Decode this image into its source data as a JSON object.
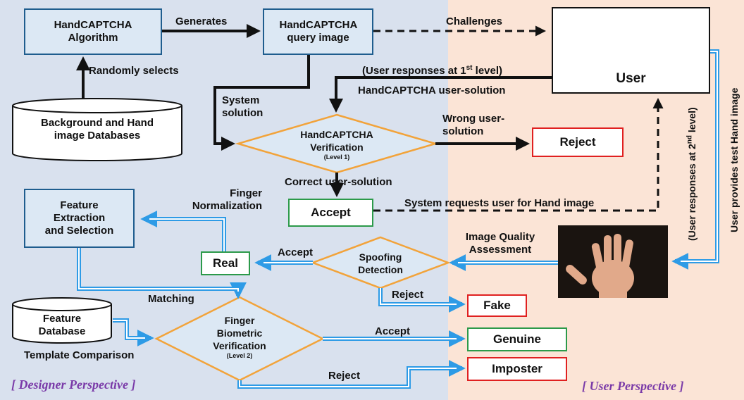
{
  "nodes": {
    "algorithm": "HandCAPTCHA Algorithm",
    "query_image": "HandCAPTCHA query image",
    "database": "Background and Hand image Databases",
    "user": "User",
    "verification": "HandCAPTCHA Verification",
    "verification_level": "(Level 1)",
    "reject1": "Reject",
    "accept1": "Accept",
    "feature_extraction": "Feature Extraction and Selection",
    "real": "Real",
    "spoofing": "Spoofing Detection",
    "fake": "Fake",
    "feature_db": "Feature Database",
    "finger_verification": "Finger Biometric Verification",
    "finger_level": "(Level 2)",
    "genuine": "Genuine",
    "imposter": "Imposter"
  },
  "edges": {
    "generates": "Generates",
    "challenges": "Challenges",
    "randomly_selects": "Randomly selects",
    "user_responses_1_pre": "(User responses at 1",
    "user_responses_1_sup": "st",
    "user_responses_1_post": " level)",
    "user_solution": "HandCAPTCHA user-solution",
    "system_solution": "System solution",
    "wrong_solution": "Wrong user-solution",
    "correct_solution": "Correct user-solution",
    "system_requests": "System requests user for Hand image",
    "finger_normalization": "Finger Normalization",
    "image_quality": "Image Quality Assessment",
    "accept_real": "Accept",
    "reject_fake": "Reject",
    "matching": "Matching",
    "template_comparison": "Template Comparison",
    "accept_genuine": "Accept",
    "reject_imposter": "Reject",
    "user_responses_2_pre": "(User responses at 2",
    "user_responses_2_sup": "nd",
    "user_responses_2_post": " level)",
    "user_provides": "User provides test Hand image"
  },
  "perspectives": {
    "designer": "[ Designer Perspective ]",
    "user": "[ User Perspective ]"
  },
  "colors": {
    "designer_bg": "#d9e1ee",
    "user_bg": "#fbe4d6",
    "box_border": "#1f5d8e",
    "diamond_border": "#f2a33a",
    "blue_arrow": "#2e9be6",
    "accept_border": "#2c9a4a",
    "reject_border": "#e02020",
    "perspective_text": "#7a3aa8"
  },
  "icons": {
    "user_picture": "user-at-computer-icon",
    "hand_picture": "hand-image-icon"
  }
}
